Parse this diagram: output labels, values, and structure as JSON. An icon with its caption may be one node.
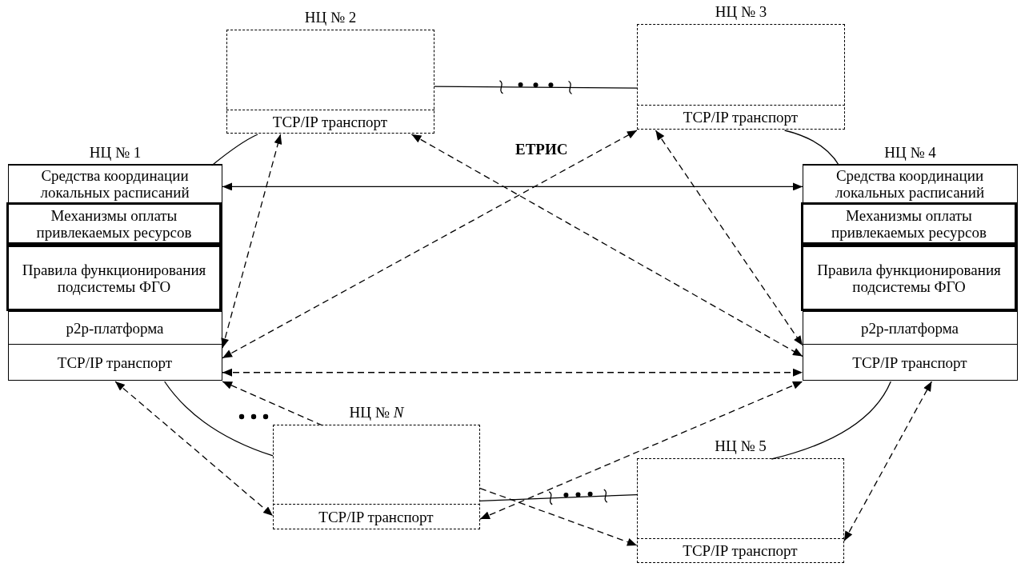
{
  "diagram": {
    "nodes": [
      {
        "text": [
          "НЦ № 2"
        ]
      },
      {
        "text": [
          "TCP/IP транспорт"
        ],
        "in": 0
      },
      {
        "text": [
          "НЦ № 3"
        ]
      },
      {
        "text": [
          "TCP/IP транспорт"
        ],
        "in": 2
      },
      {
        "text": [
          "НЦ № 1"
        ]
      },
      {
        "text": [
          "Средства координации локальных расписаний"
        ],
        "in": 4
      },
      {
        "text": [
          "Механизмы оплаты привлекаемых ресурсов"
        ],
        "in": 4
      },
      {
        "text": [
          "Правила функционирования подсистемы ФГО"
        ],
        "in": 4
      },
      {
        "text": [
          "p2p-платформа"
        ],
        "in": 4
      },
      {
        "text": [
          "TCP/IP транспорт"
        ],
        "in": 4
      },
      {
        "text": [
          "НЦ № 4"
        ]
      },
      {
        "text": [
          "Средства координации локальных расписаний"
        ],
        "in": 10
      },
      {
        "text": [
          "Механизмы оплаты привлекаемых ресурсов"
        ],
        "in": 10
      },
      {
        "text": [
          "Правила функционирования подсистемы ФГО"
        ],
        "in": 10
      },
      {
        "text": [
          "p2p-платформа"
        ],
        "in": 10
      },
      {
        "text": [
          "TCP/IP транспорт"
        ],
        "in": 10
      },
      {
        "text": [
          "НЦ № *N*"
        ]
      },
      {
        "text": [
          "TCP/IP транспорт"
        ],
        "in": 16
      },
      {
        "text": [
          "НЦ № 5"
        ]
      },
      {
        "text": [
          "TCP/IP транспорт"
        ],
        "in": 18
      }
    ],
    "edges": [
      {
        "from": 4,
        "to": 0,
        "arrow": "none"
      },
      {
        "from": 0,
        "to": 2,
        "arrow": "none"
      },
      {
        "from": 2,
        "to": 10,
        "arrow": "none"
      },
      {
        "from": 10,
        "to": 18,
        "arrow": "none"
      },
      {
        "from": 18,
        "to": 16,
        "arrow": "none"
      },
      {
        "from": 16,
        "to": 4,
        "arrow": "none"
      },
      {
        "from": 5,
        "to": 11,
        "arrow": "both"
      },
      {
        "from": 9,
        "to": 1,
        "arrow": "both",
        "style": "dashed"
      },
      {
        "from": 9,
        "to": 3,
        "arrow": "both",
        "style": "dashed"
      },
      {
        "from": 1,
        "to": 15,
        "arrow": "both",
        "style": "dashed"
      },
      {
        "from": 3,
        "to": 15,
        "arrow": "both",
        "style": "dashed"
      },
      {
        "from": 9,
        "to": 15,
        "arrow": "both",
        "style": "dashed"
      },
      {
        "from": 9,
        "to": 17,
        "arrow": "both",
        "style": "dashed"
      },
      {
        "from": 16,
        "to": 9,
        "arrow": "to",
        "style": "dashed"
      },
      {
        "from": 17,
        "to": 15,
        "arrow": "both",
        "style": "dashed"
      },
      {
        "from": 16,
        "to": 19,
        "arrow": "to",
        "style": "dashed"
      },
      {
        "from": 19,
        "to": 15,
        "arrow": "both",
        "style": "dashed"
      }
    ],
    "labels": [
      "ЕТРИС"
    ]
  }
}
